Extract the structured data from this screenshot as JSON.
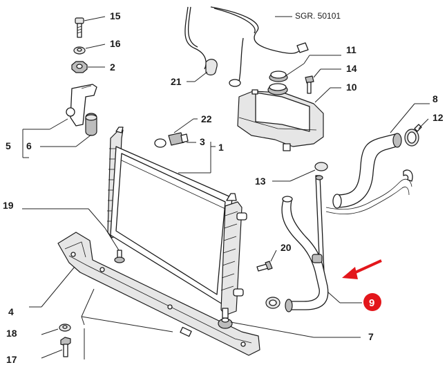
{
  "reference": "SGR. 50101",
  "callouts": {
    "c1": "1",
    "c2": "2",
    "c3": "3",
    "c4": "4",
    "c5": "5",
    "c6": "6",
    "c7": "7",
    "c8": "8",
    "c9": "9",
    "c10": "10",
    "c11": "11",
    "c12": "12",
    "c13": "13",
    "c14": "14",
    "c15": "15",
    "c16": "16",
    "c17": "17",
    "c18": "18",
    "c19": "19",
    "c20": "20",
    "c21": "21",
    "c22": "22"
  },
  "highlight": {
    "callout": "9",
    "badge_color": "#e3161b",
    "arrow_color": "#e3161b"
  }
}
